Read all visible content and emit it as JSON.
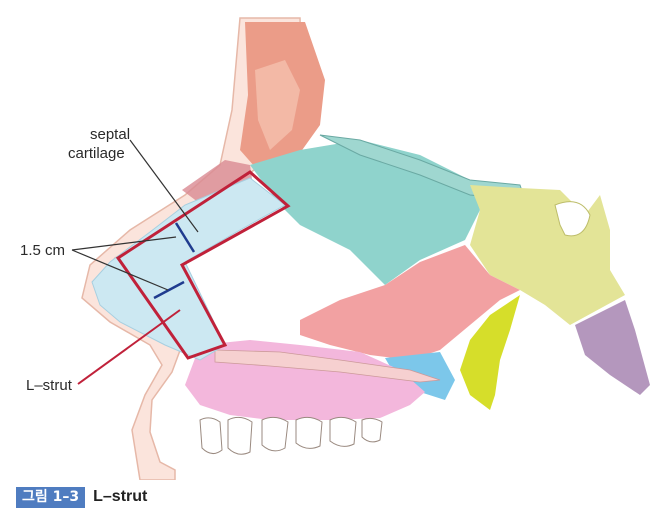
{
  "labels": {
    "septal_line1": "septal",
    "septal_line2": "cartilage",
    "measure": "1.5 cm",
    "lstrut": "L–strut"
  },
  "caption": {
    "number": "그림 1–3",
    "title": "L–strut"
  }
}
